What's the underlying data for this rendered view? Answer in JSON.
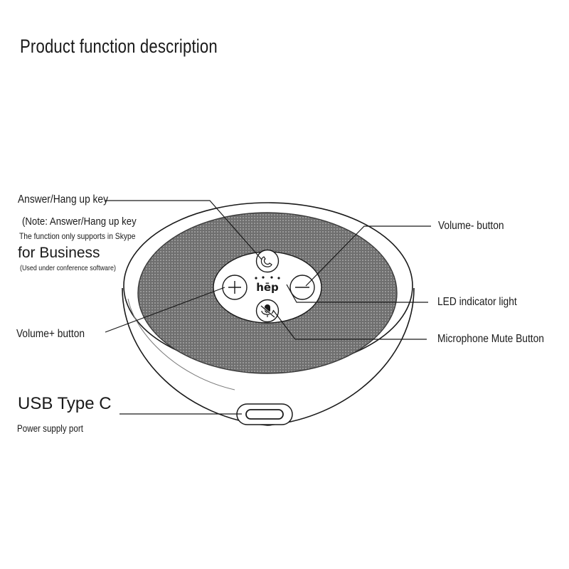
{
  "title": "Product function description",
  "labels": {
    "answer_key": "Answer/Hang up key",
    "note_line1": "(Note: Answer/Hang up key",
    "note_line2": "The function only supports in Skype",
    "note_line3": "for Business",
    "note_line4": "(Used under conference software)",
    "volume_plus": "Volume+ button",
    "usb": "USB Type C",
    "power": "Power supply port",
    "volume_minus": "Volume- button",
    "led": "LED indicator light",
    "mute": "Microphone Mute Button"
  },
  "device": {
    "logo": "hēp",
    "plus_symbol": "+",
    "minus_symbol": "−"
  },
  "icons": [
    "phone-icon",
    "plus-icon",
    "minus-icon",
    "mic-mute-icon",
    "usb-c-port-icon"
  ],
  "colors": {
    "line": "#1a1a1a",
    "mesh_base": "#6f6f6f",
    "mesh_dot": "#9c9c9c",
    "body": "#ffffff"
  }
}
